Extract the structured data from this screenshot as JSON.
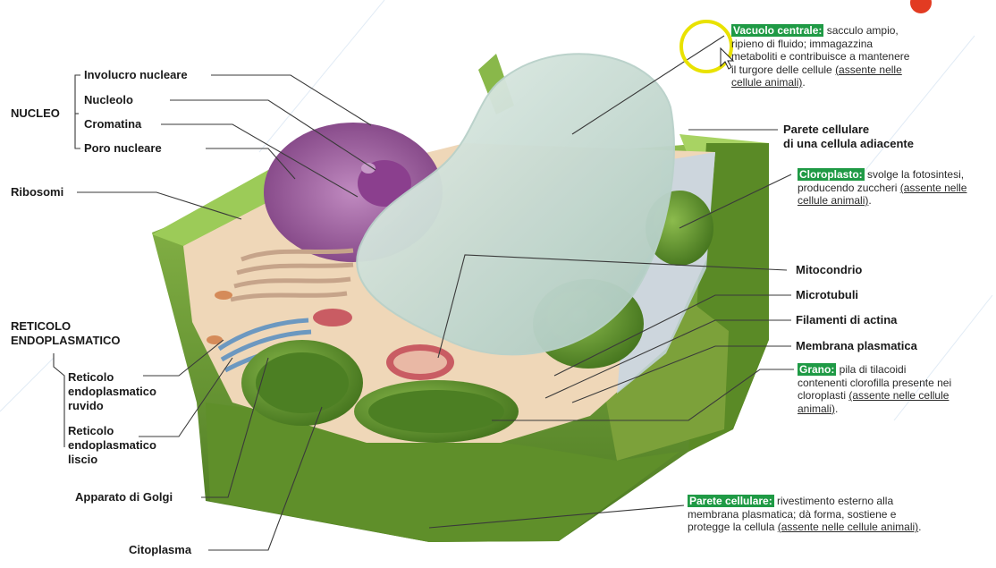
{
  "labels": {
    "nucleo": "NUCLEO",
    "involucro": "Involucro nucleare",
    "nucleolo": "Nucleolo",
    "cromatina": "Cromatina",
    "poro": "Poro nucleare",
    "ribosomi": "Ribosomi",
    "reticolo": "RETICOLO\nENDOPLASMATICO",
    "rer": "Reticolo\nendoplasmatico\nruvido",
    "ser": "Reticolo\nendoplasmatico\nliscio",
    "golgi": "Apparato di Golgi",
    "citoplasma": "Citoplasma",
    "parete_adiacente": "Parete cellulare\ndi una cellula adiacente",
    "mitocondrio": "Mitocondrio",
    "microtubuli": "Microtubuli",
    "actina": "Filamenti di actina",
    "membrana": "Membrana plasmatica"
  },
  "callouts": {
    "vacuolo": {
      "title": "Vacuolo centrale:",
      "text": " sacculo ampio, ripieno di fluido; immagazzina metaboliti e contribuisce a mantenere il turgore delle cellule ",
      "note": "(assente nelle cellule animali)",
      "end": "."
    },
    "cloroplasto": {
      "title": "Cloroplasto:",
      "text": " svolge la fotosintesi, producendo zuccheri ",
      "note": "(assente nelle cellule animali)",
      "end": "."
    },
    "grano": {
      "title": "Grano:",
      "text": " pila di tilacoidi contenenti clorofilla presente nei cloroplasti ",
      "note": "(assente nelle cellule animali)",
      "end": "."
    },
    "parete": {
      "title": "Parete cellulare:",
      "text": " rivestimento esterno alla membrana plasmatica; dà forma, sostiene e protegge la cellula ",
      "note": "(assente nelle cellule animali)",
      "end": "."
    }
  },
  "colors": {
    "wall": "#6e9a34",
    "wall_dark": "#3f6a1c",
    "cytoplasm": "#efd7b8",
    "vacuole": "#cfe1dc",
    "nucleus": "#9b5a9c",
    "chloroplast": "#5a8a2a",
    "tag": "#1f9a45",
    "cursor_ring": "#e9e200"
  }
}
